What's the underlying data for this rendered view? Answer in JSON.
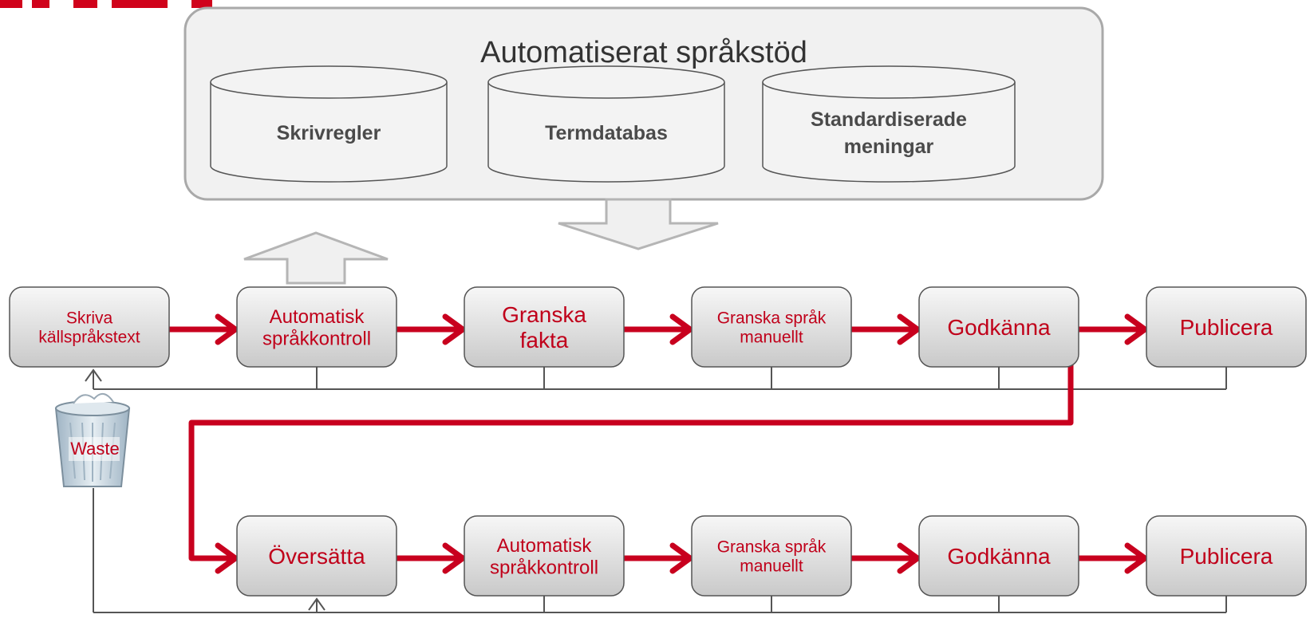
{
  "colors": {
    "flow_arrow": "#c8001e",
    "node_text": "#c0001a",
    "node_fill_top": "#f7f7f7",
    "node_fill_bottom": "#c9c9c9",
    "connector": "#555555"
  },
  "panel": {
    "title": "Automatiserat språkstöd",
    "databases": [
      {
        "lines": [
          "Skrivregler"
        ]
      },
      {
        "lines": [
          "Termdatabas"
        ]
      },
      {
        "lines": [
          "Standardiserade",
          "meningar"
        ]
      }
    ]
  },
  "row1": [
    {
      "lines": [
        "Skriva",
        "källspråkstext"
      ],
      "size": "small"
    },
    {
      "lines": [
        "Automatisk",
        "språkkontroll"
      ],
      "size": "medium"
    },
    {
      "lines": [
        "Granska",
        "fakta"
      ],
      "size": "large"
    },
    {
      "lines": [
        "Granska språk",
        "manuellt"
      ],
      "size": "small"
    },
    {
      "lines": [
        "Godkänna"
      ],
      "size": "large"
    },
    {
      "lines": [
        "Publicera"
      ],
      "size": "large"
    }
  ],
  "row2": [
    {
      "lines": [
        "Översätta"
      ],
      "size": "large"
    },
    {
      "lines": [
        "Automatisk",
        "språkkontroll"
      ],
      "size": "medium"
    },
    {
      "lines": [
        "Granska språk",
        "manuellt"
      ],
      "size": "small"
    },
    {
      "lines": [
        "Godkänna"
      ],
      "size": "large"
    },
    {
      "lines": [
        "Publicera"
      ],
      "size": "large"
    }
  ],
  "waste": {
    "label": "Waste"
  }
}
